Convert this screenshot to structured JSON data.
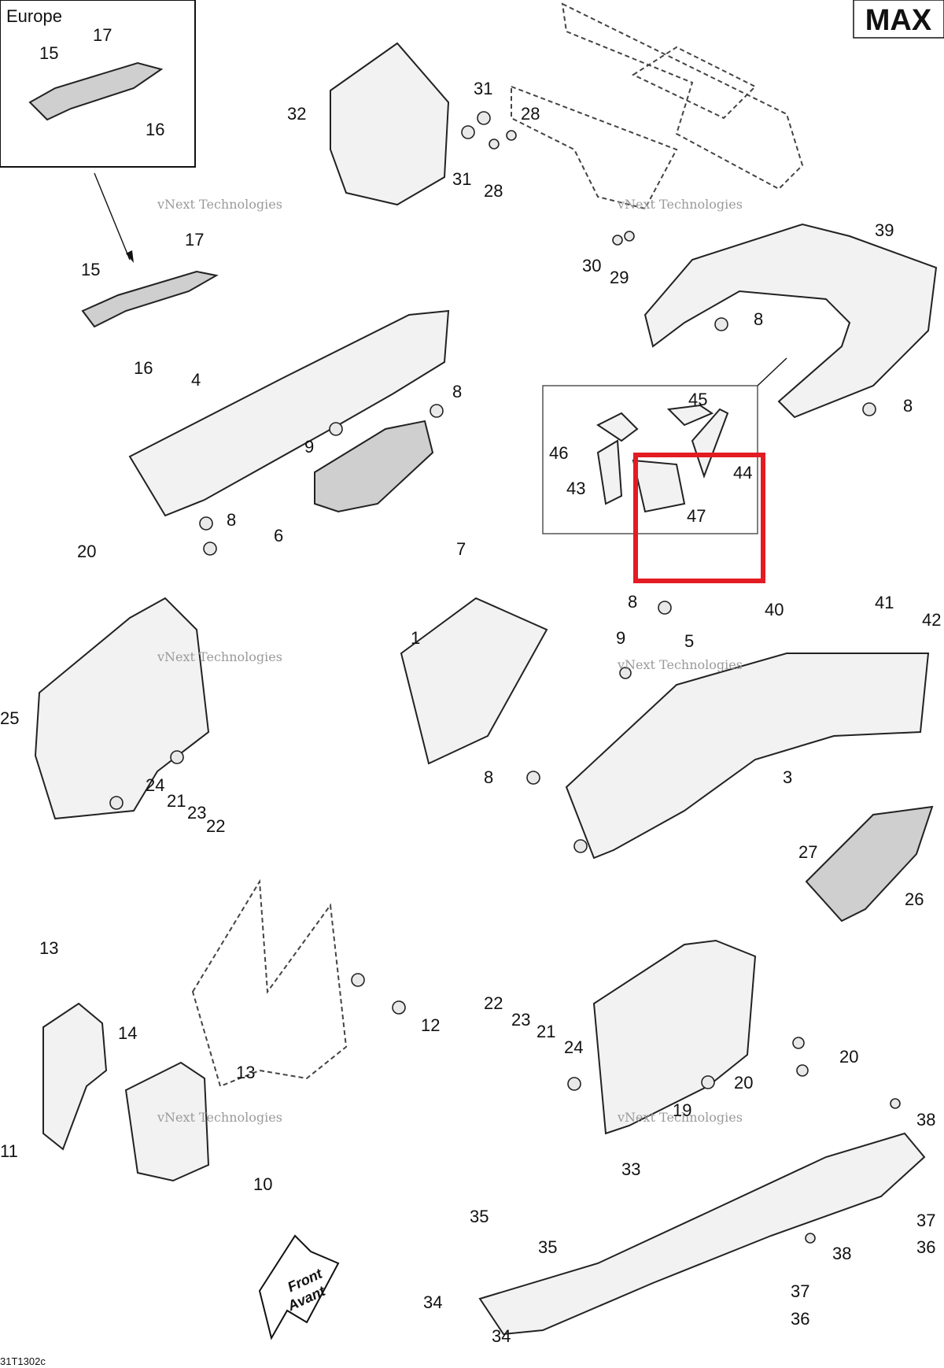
{
  "diagram": {
    "model_badge": "MAX",
    "inset_label": "Europe",
    "drawing_code": "31T1302c",
    "arrow_label_line1": "Front",
    "arrow_label_line2": "Avant",
    "watermark_line1": "vNext",
    "watermark_line2": "vNext Technologies",
    "watermark_line3": "Technologies",
    "highlight_color": "#e31b23",
    "callouts": {
      "c1": "1",
      "c3": "3",
      "c4": "4",
      "c5": "5",
      "c6": "6",
      "c7": "7",
      "c8": "8",
      "c9": "9",
      "c10": "10",
      "c11": "11",
      "c12": "12",
      "c13": "13",
      "c14": "14",
      "c15": "15",
      "c16": "16",
      "c17": "17",
      "c19": "19",
      "c20": "20",
      "c21": "21",
      "c22": "22",
      "c23": "23",
      "c24": "24",
      "c25": "25",
      "c26": "26",
      "c27": "27",
      "c28": "28",
      "c29": "29",
      "c30": "30",
      "c31": "31",
      "c32": "32",
      "c33": "33",
      "c34": "34",
      "c35": "35",
      "c36": "36",
      "c37": "37",
      "c38": "38",
      "c39": "39",
      "c40": "40",
      "c41": "41",
      "c42": "42",
      "c43": "43",
      "c44": "44",
      "c45": "45",
      "c46": "46",
      "c47": "47"
    }
  }
}
